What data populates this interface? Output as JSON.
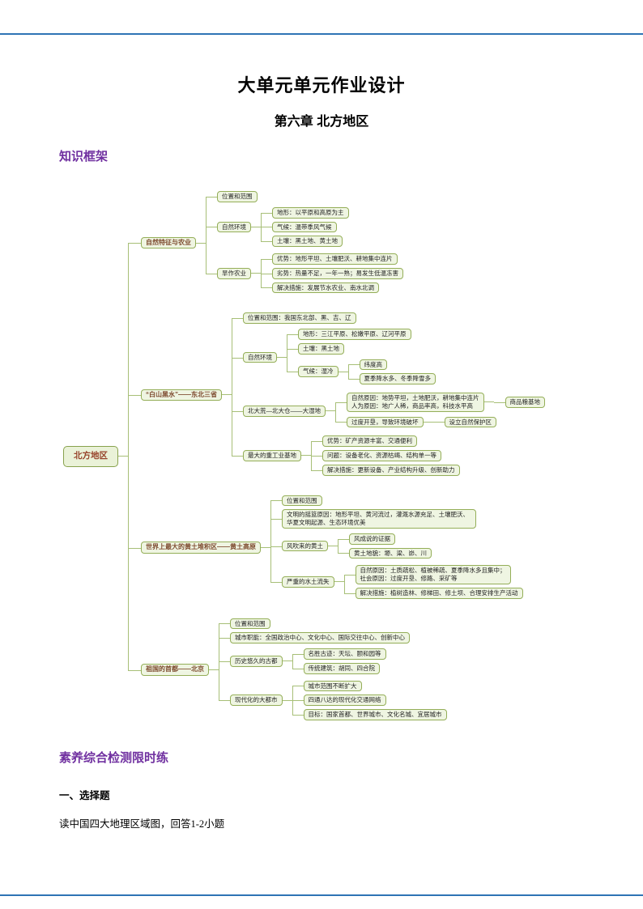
{
  "page": {
    "title": "大单元单元作业设计",
    "chapter": "第六章 北方地区",
    "section_knowledge": "知识框架",
    "section_practice": "素养综合检测限时练",
    "question_type": "一、选择题",
    "question_intro": "读中国四大地理区域图，回答1-2小题"
  },
  "colors": {
    "heading_purple": "#7030a0",
    "rule_blue": "#2e74b5",
    "node_border": "#94ae58",
    "node_fill": "#eff5e2",
    "connector": "#a7bf77"
  },
  "mindmap": {
    "label": "北方地区",
    "children": [
      {
        "label": "自然特征与农业",
        "children": [
          {
            "label": "位置和范围"
          },
          {
            "label": "自然环境",
            "children": [
              {
                "label": "地形：以平原和高原为主"
              },
              {
                "label": "气候：温带季风气候"
              },
              {
                "label": "土壤：黑土地、黄土地"
              }
            ]
          },
          {
            "label": "旱作农业",
            "children": [
              {
                "label": "优势：地形平坦、土壤肥沃、耕地集中连片"
              },
              {
                "label": "劣势：热量不足，一年一熟；易发生低温冻害"
              },
              {
                "label": "解决措施：发展节水农业、南水北调"
              }
            ]
          }
        ]
      },
      {
        "label": "“白山黑水”——东北三省",
        "children": [
          {
            "label": "位置和范围：我国东北部、黑、吉、辽"
          },
          {
            "label": "自然环境",
            "children": [
              {
                "label": "地形：三江平原、松嫩平原、辽河平原"
              },
              {
                "label": "土壤：黑土地"
              },
              {
                "label": "气候：湿冷",
                "children": [
                  {
                    "label": "纬度高"
                  },
                  {
                    "label": "夏季降水多、冬季降雪多"
                  }
                ]
              }
            ]
          },
          {
            "label": "北大荒—北大仓——大湿地",
            "children": [
              {
                "lines": [
                  "自然原因：地势平坦，土地肥沃，耕地集中连片",
                  "人为原因：地广人稀，商品率高，科技水平高"
                ],
                "children": [
                  {
                    "label": "商品粮基地"
                  }
                ]
              },
              {
                "label": "过度开垦，导致环境破坏",
                "children": [
                  {
                    "label": "设立自然保护区"
                  }
                ]
              }
            ]
          },
          {
            "label": "最大的重工业基地",
            "children": [
              {
                "label": "优势：矿产资源丰富、交通便利"
              },
              {
                "label": "问题：设备老化、资源枯竭、结构单一等"
              },
              {
                "label": "解决措施：更新设备、产业结构升级、创新助力"
              }
            ]
          }
        ]
      },
      {
        "label": "世界上最大的黄土堆积区——黄土高原",
        "children": [
          {
            "label": "位置和范围"
          },
          {
            "label": "文明的摇篮原因：地形平坦、黄河流过，灌溉水源充足、土壤肥沃、华夏文明起源、生态环境优美"
          },
          {
            "label": "风吹来的黄土",
            "children": [
              {
                "label": "风成说的证据"
              },
              {
                "label": "黄土地貌：塬、梁、峁、川"
              }
            ]
          },
          {
            "label": "严重的水土流失",
            "children": [
              {
                "lines": [
                  "自然原因：土质疏松、植被稀疏、夏季降水多且集中；",
                  "社会原因：过度开垦、修路、采矿等"
                ]
              },
              {
                "label": "解决措施：植树造林、修梯田、修土坝、合理安排生产活动"
              }
            ]
          }
        ]
      },
      {
        "label": "祖国的首都——北京",
        "children": [
          {
            "label": "位置和范围"
          },
          {
            "label": "城市职能：全国政治中心、文化中心、国际交往中心、创新中心"
          },
          {
            "label": "历史悠久的古都",
            "children": [
              {
                "label": "名胜古迹：天坛、颐和园等"
              },
              {
                "label": "传统建筑：胡同、四合院"
              }
            ]
          },
          {
            "label": "现代化的大都市",
            "children": [
              {
                "label": "城市范围不断扩大"
              },
              {
                "label": "四通八达的现代化交通网络"
              },
              {
                "label": "目标：国家首都、世界城市、文化名城、宜居城市"
              }
            ]
          }
        ]
      }
    ]
  }
}
